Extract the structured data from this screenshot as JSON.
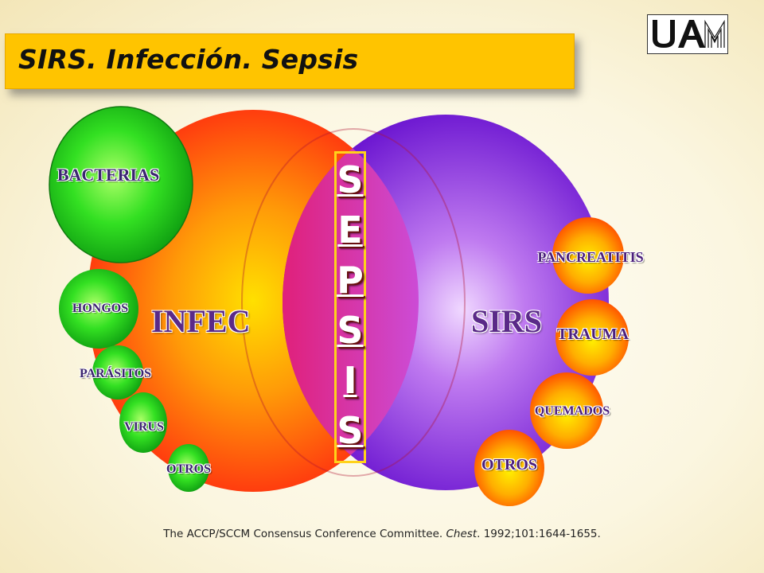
{
  "header": {
    "title": "SIRS. Infección. Sepsis"
  },
  "logo": {
    "text": "UAM"
  },
  "diagram": {
    "left_set_label": "INFEC",
    "right_set_label": "SIRS",
    "center_letters": [
      "S",
      "E",
      "P",
      "S",
      "I",
      "S"
    ],
    "infection_causes": [
      "BACTERIAS",
      "HONGOS",
      "PARÁSITOS",
      "VIRUS",
      "OTROS"
    ],
    "sirs_causes": [
      "PANCREATITIS",
      "TRAUMA",
      "QUEMADOS",
      "OTROS"
    ]
  },
  "citation": {
    "part1": "The ACCP/SCCM Consensus Conference Committee. ",
    "journal": "Chest",
    "part2": ". 1992;101:1644-1655."
  },
  "colors": {
    "banner": "#ffc400",
    "infection_circle": "#ff3a10",
    "sirs_circle": "#7a22d8",
    "intersection": "#d61a5a",
    "infection_cause_circles": "#1fd21f",
    "sirs_cause_circles": "#ff5a00",
    "sepsis_frame": "#ffd21a"
  }
}
